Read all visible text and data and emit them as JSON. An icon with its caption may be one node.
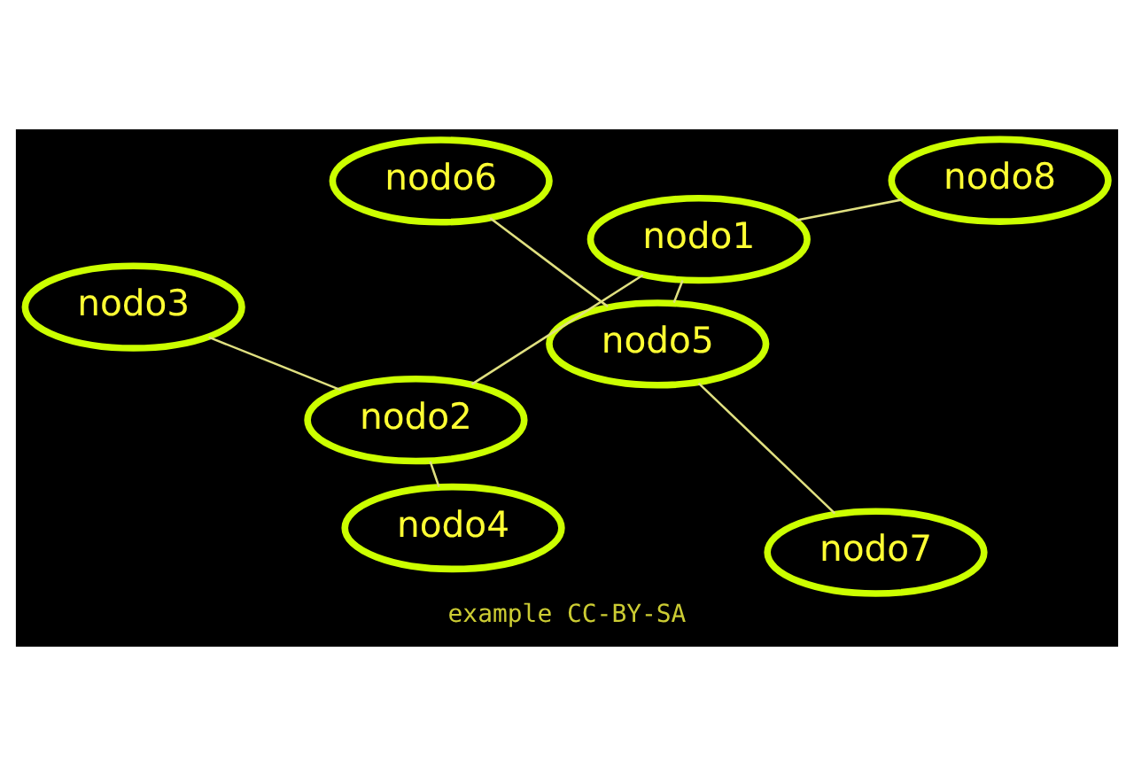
{
  "diagram": {
    "caption": "example CC-BY-SA",
    "nodes": [
      {
        "text": [
          "nodo6"
        ]
      },
      {
        "text": [
          "nodo5"
        ]
      },
      {
        "text": [
          "nodo4"
        ]
      },
      {
        "text": [
          "nodo2"
        ]
      },
      {
        "text": [
          "nodo7"
        ]
      },
      {
        "text": [
          "nodo1"
        ]
      },
      {
        "text": [
          "nodo3"
        ]
      },
      {
        "text": [
          "nodo8"
        ]
      }
    ],
    "edges": [
      {
        "from": 0,
        "to": 1,
        "arrow": "none"
      },
      {
        "from": 1,
        "to": 4,
        "arrow": "none"
      },
      {
        "from": 1,
        "to": 5,
        "arrow": "none"
      },
      {
        "from": 5,
        "to": 3,
        "arrow": "none"
      },
      {
        "from": 3,
        "to": 2,
        "arrow": "none"
      },
      {
        "from": 3,
        "to": 6,
        "arrow": "none"
      },
      {
        "from": 5,
        "to": 7,
        "arrow": "none"
      }
    ]
  }
}
